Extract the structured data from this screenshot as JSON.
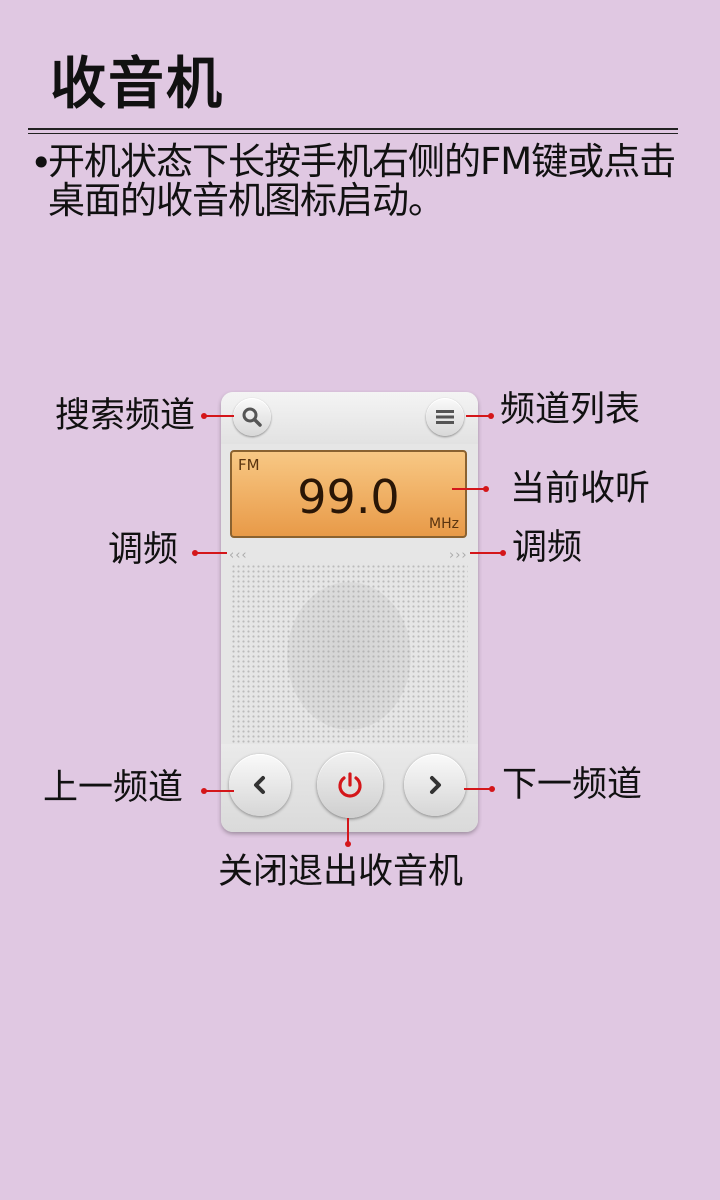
{
  "page": {
    "title": "收音机",
    "bullet": "•",
    "description": "开机状态下长按手机右侧的FM键或点击桌面的收音机图标启动。"
  },
  "radio": {
    "band": "FM",
    "frequency": "99.0",
    "unit": "MHz",
    "tune_left": "‹‹‹",
    "tune_right": "›››",
    "icons": {
      "search": "search-icon",
      "list": "list-icon",
      "prev": "chevron-left-icon",
      "next": "chevron-right-icon",
      "power": "power-icon"
    }
  },
  "callouts": {
    "search": "搜索频道",
    "list": "频道列表",
    "current": "当前收听",
    "tune_left": "调频",
    "tune_right": "调频",
    "prev": "上一频道",
    "next": "下一频道",
    "exit": "关闭退出收音机"
  },
  "colors": {
    "background": "#e0c8e2",
    "callout_line": "#d4161a",
    "display": "#e89a48",
    "power": "#d4161a"
  }
}
